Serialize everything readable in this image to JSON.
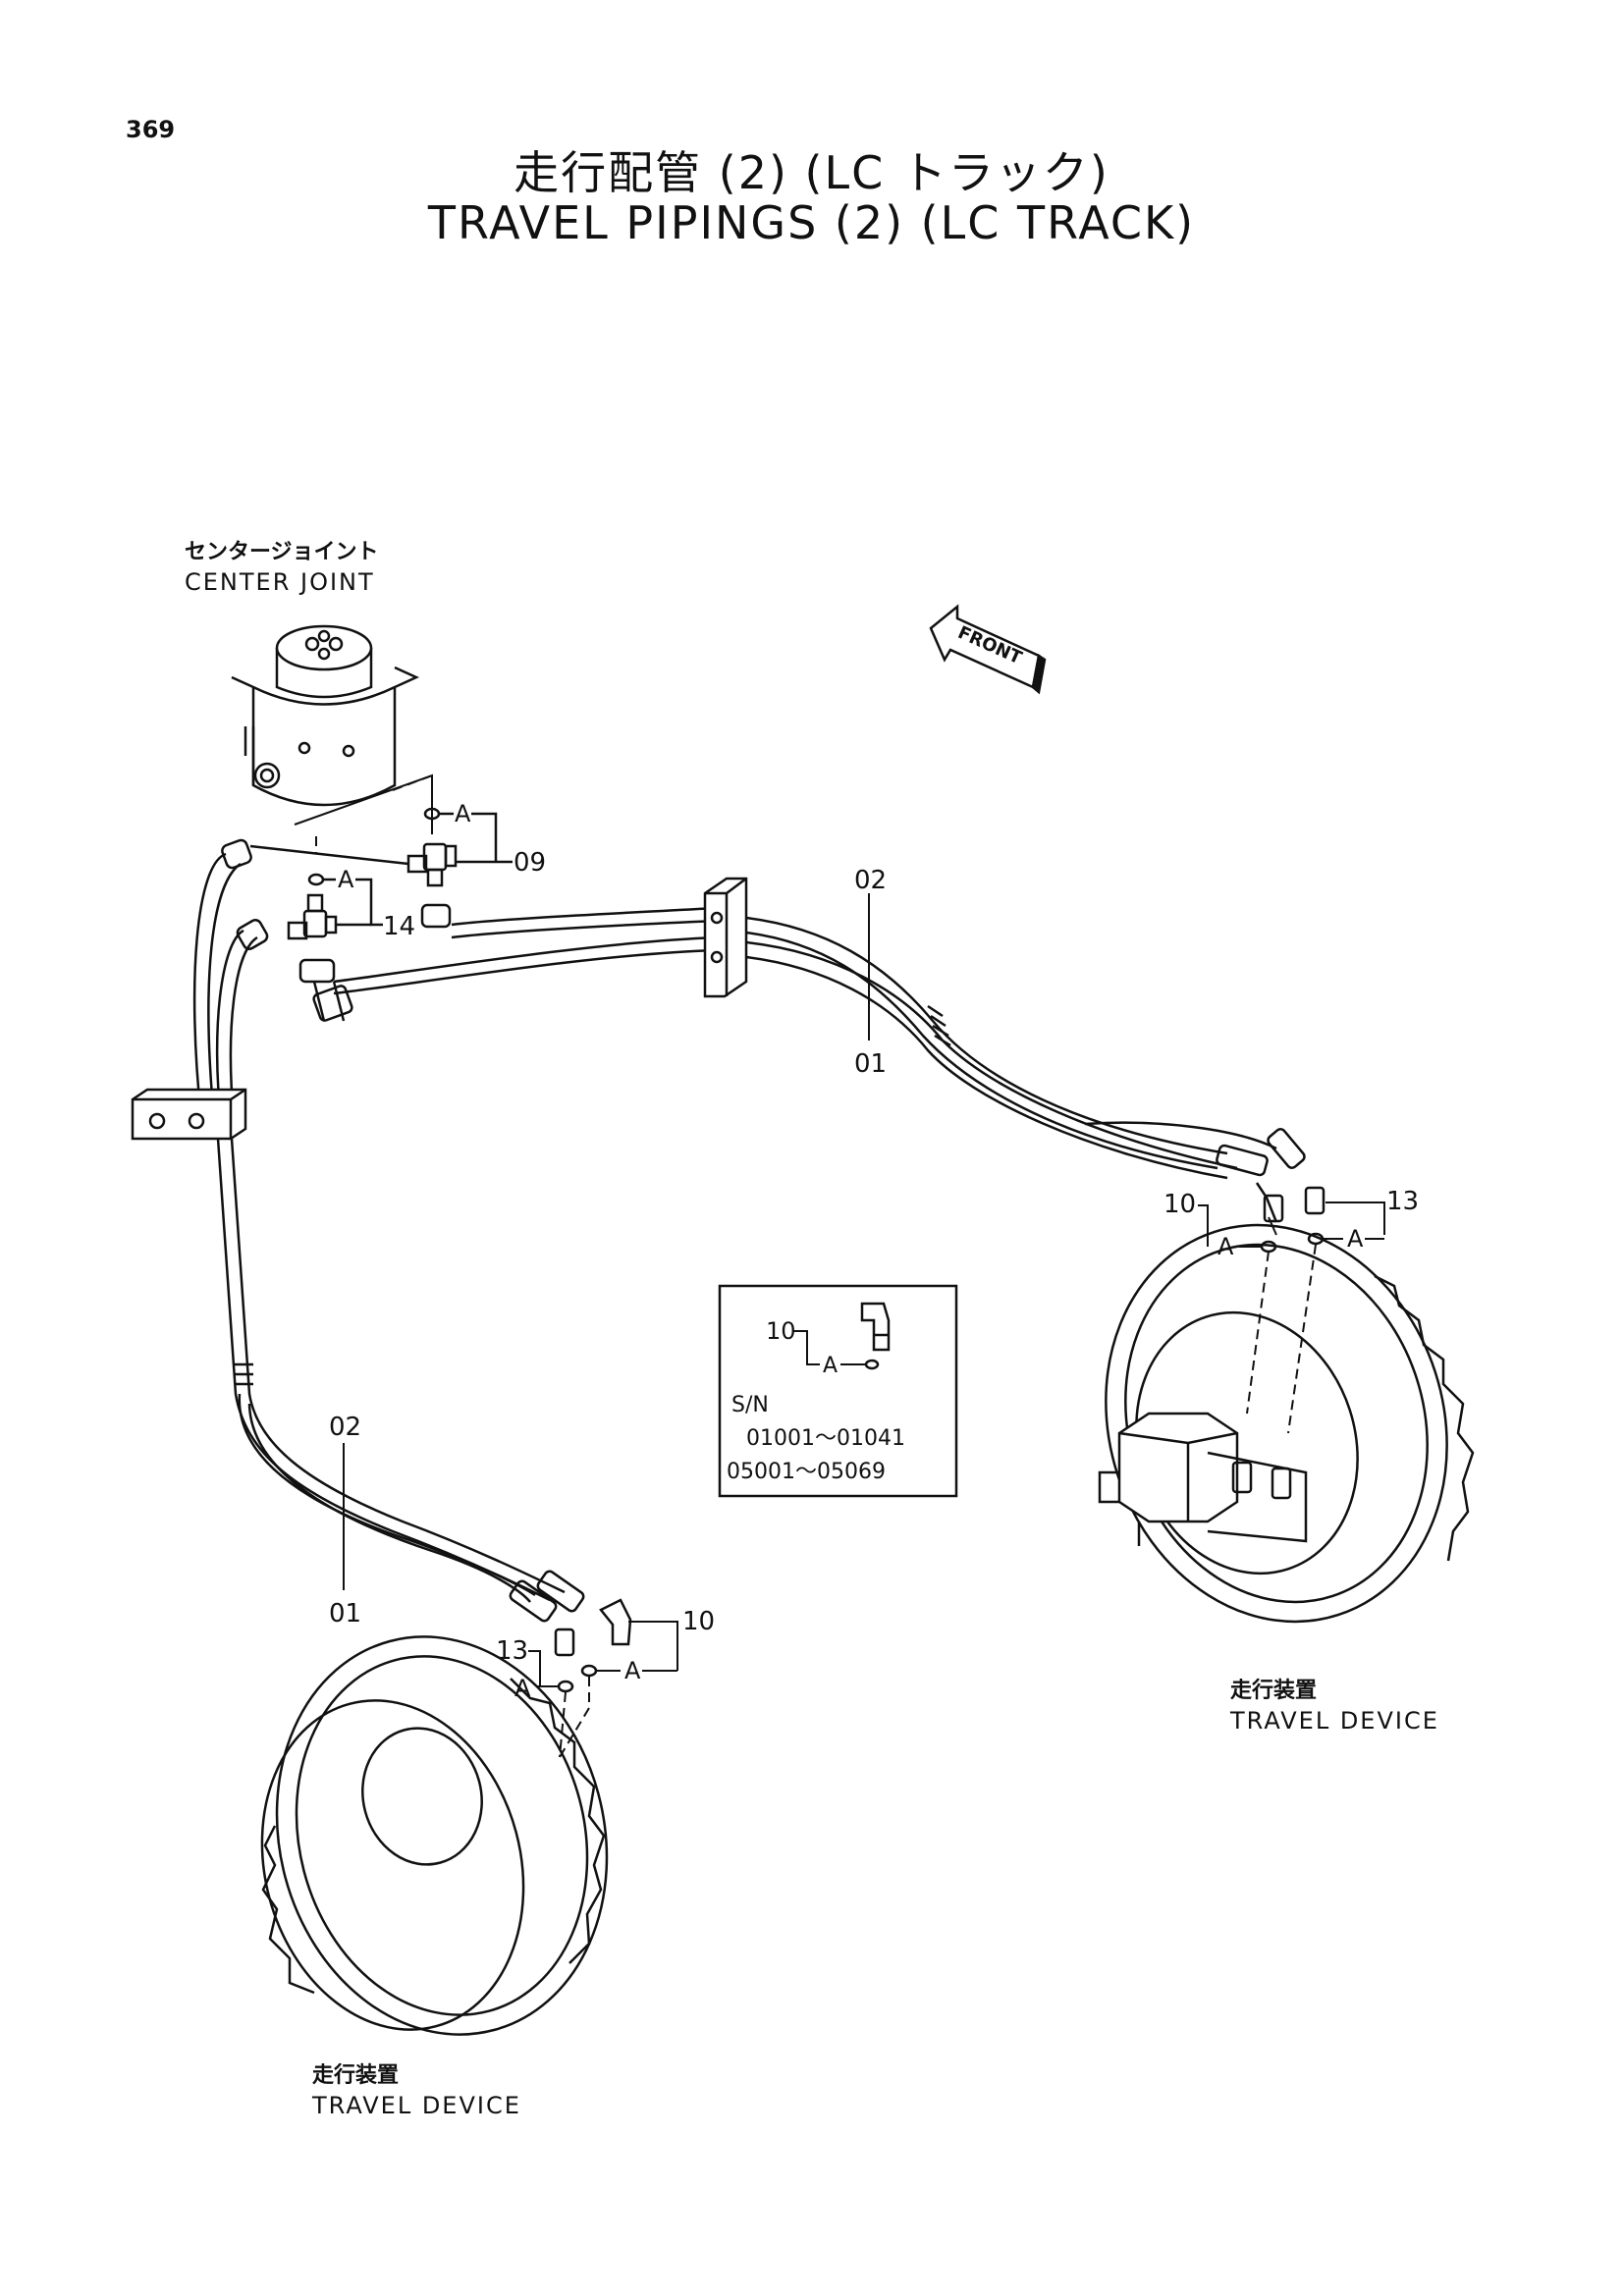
{
  "page_number": "369",
  "title_jp": "走行配管 (2) (LC トラック)",
  "title_en": "TRAVEL PIPINGS (2) (LC TRACK)",
  "labels": {
    "center_joint_jp": "センタージョイント",
    "center_joint_en": "CENTER JOINT",
    "front": "FRONT",
    "travel_device_right_jp": "走行装置",
    "travel_device_right_en": "TRAVEL DEVICE",
    "travel_device_left_jp": "走行装置",
    "travel_device_left_en": "TRAVEL DEVICE"
  },
  "callouts": {
    "p09": "09",
    "p14": "14",
    "p02_upper": "02",
    "p01_upper": "01",
    "p02_lower": "02",
    "p01_lower": "01",
    "p10_right": "10",
    "p13_right": "13",
    "p13_left": "13",
    "p10_left": "10",
    "a": "A"
  },
  "inset": {
    "part": "10",
    "a": "A",
    "sn_label": "S/N",
    "range1": "01001～01041",
    "range2": "05001～05069"
  }
}
